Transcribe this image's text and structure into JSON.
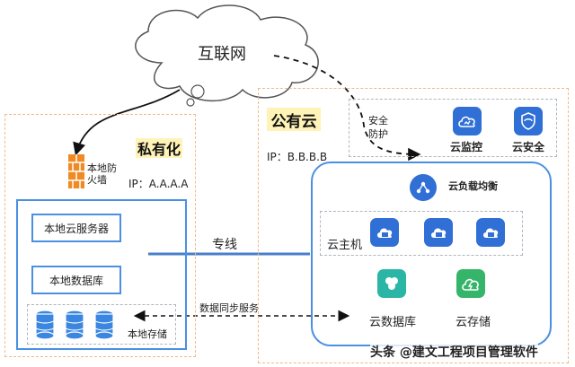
{
  "internet": {
    "label": "互联网"
  },
  "private_cloud": {
    "title": "私有化",
    "ip": "IP：A.A.A.A",
    "firewall": "本地防\n火墙",
    "server": "本地云服务器",
    "database": "本地数据库",
    "storage": "本地存储"
  },
  "public_cloud": {
    "title": "公有云",
    "ip": "IP：B.B.B.B",
    "security_label": "安全\n防护",
    "monitor": "云监控",
    "security": "云安全",
    "load_balancer": "云负载均衡",
    "host": "云主机",
    "cloud_db": "云数据库",
    "cloud_storage": "云存储"
  },
  "links": {
    "dedicated_line": "专线",
    "data_sync": "数据同步服务"
  },
  "watermark": "头条 @建文工程项目管理软件",
  "colors": {
    "orange_dash": "#f0b98a",
    "blue": "#4a90e2",
    "cloud_blue": "#2f6fd6",
    "teal": "#2bb5a5",
    "green": "#35b56a",
    "label_bg": "#fff3b8"
  }
}
